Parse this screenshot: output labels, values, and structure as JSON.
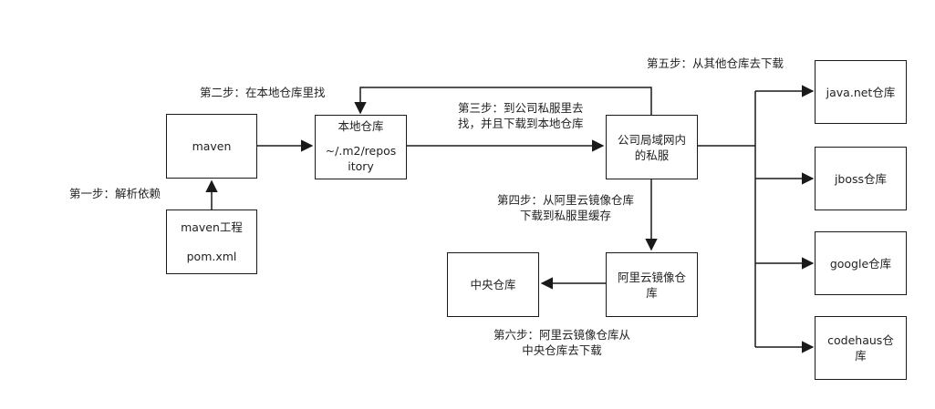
{
  "nodes": {
    "maven": "maven",
    "maven_project": {
      "line1": "maven工程",
      "line2": "pom.xml"
    },
    "local_repo": {
      "line1": "本地仓库",
      "line2": "~/.m2/repos",
      "line3": "itory"
    },
    "private_server": {
      "line1": "公司局域网内",
      "line2": "的私服"
    },
    "aliyun": {
      "line1": "阿里云镜像仓",
      "line2": "库"
    },
    "central": "中央仓库",
    "java_net": "java.net仓库",
    "jboss": "jboss仓库",
    "google": "google仓库",
    "codehaus": {
      "line1": "codehaus仓",
      "line2": "库"
    }
  },
  "labels": {
    "step1": "第一步：解析依赖",
    "step2": "第二步：在本地仓库里找",
    "step3": {
      "line1": "第三步：到公司私服里去",
      "line2": "找，并且下载到本地仓库"
    },
    "step4": {
      "line1": "第四步：从阿里云镜像仓库",
      "line2": "下载到私服里缓存"
    },
    "step5": "第五步：从其他仓库去下载",
    "step6": {
      "line1": "第六步：阿里云镜像仓库从",
      "line2": "中央仓库去下载"
    }
  }
}
